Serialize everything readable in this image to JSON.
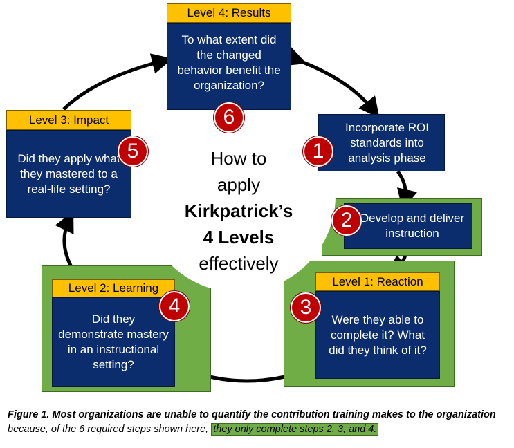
{
  "center": {
    "line1": "How to",
    "line2": "apply",
    "line3": "Kirkpatrick’s",
    "line4": "4 Levels",
    "line5": "effectively"
  },
  "steps": {
    "s1": {
      "number": "1",
      "text": "Incorporate ROI standards into analysis phase"
    },
    "s2": {
      "number": "2",
      "text": "Develop and deliver instruction"
    },
    "s3": {
      "number": "3",
      "header": "Level 1: Reaction",
      "text": "Were they able to complete it? What did they think of it?"
    },
    "s4": {
      "number": "4",
      "header": "Level 2: Learning",
      "text": "Did they demonstrate mastery in an instructional setting?"
    },
    "s5": {
      "number": "5",
      "header": "Level 3: Impact",
      "text": "Did they apply what they mastered to a real-life setting?"
    },
    "s6": {
      "number": "6",
      "header": "Level 4: Results",
      "text": "To what extent did the changed behavior benefit the organization?"
    }
  },
  "caption": {
    "bold": "Figure 1. Most organizations are unable to quantify the contribution training makes to the organization",
    "plain": " because, of the 6 required steps shown here, ",
    "highlight": "they only complete steps 2, 3, and 4."
  },
  "colors": {
    "navy": "#0b2d6e",
    "gold": "#ffc000",
    "green": "#70ad47",
    "red": "#c00000"
  }
}
